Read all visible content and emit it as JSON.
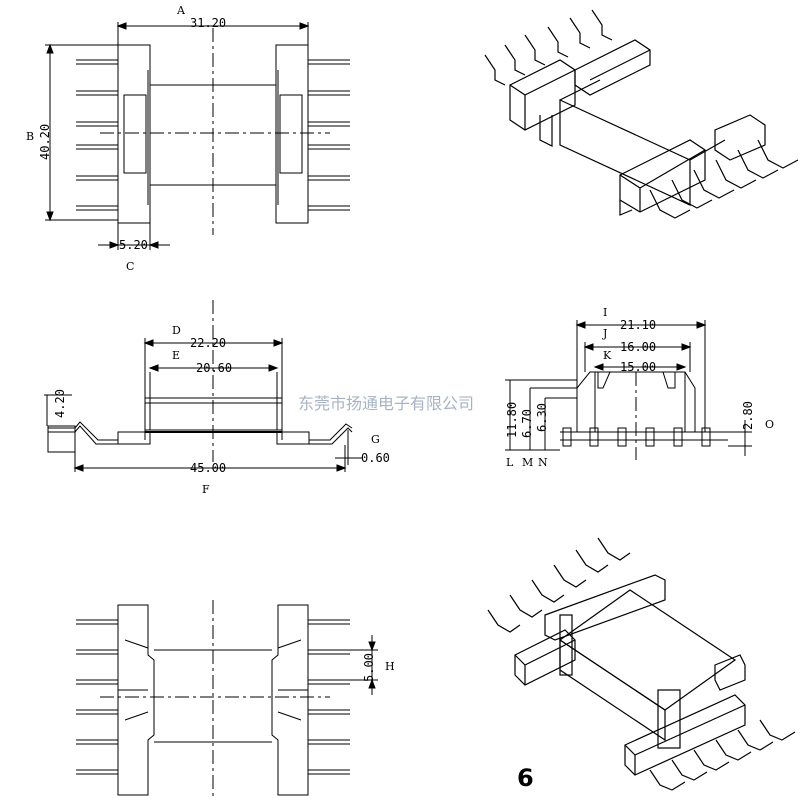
{
  "watermark": "东莞市扬通电子有限公司",
  "page_number": "6",
  "top_view": {
    "dims": {
      "A": "31.20",
      "B": "40.20",
      "C": "5.20"
    },
    "labels": {
      "A": "A",
      "B": "B",
      "C": "C"
    }
  },
  "front_view": {
    "dims": {
      "D": "22.20",
      "E": "20.60",
      "F": "45.00",
      "G": "0.60",
      "height": "4.20"
    },
    "labels": {
      "D": "D",
      "E": "E",
      "F": "F",
      "G": "G"
    }
  },
  "side_view": {
    "dims": {
      "I": "21.10",
      "J": "16.00",
      "K": "15.00",
      "L": "11.80",
      "M": "6.70",
      "N": "6.30",
      "O": "2.80"
    },
    "labels": {
      "I": "I",
      "J": "J",
      "K": "K",
      "L": "L",
      "M": "M",
      "N": "N",
      "O": "O"
    }
  },
  "bottom_view": {
    "dims": {
      "H": "5.00"
    },
    "labels": {
      "H": "H"
    }
  }
}
